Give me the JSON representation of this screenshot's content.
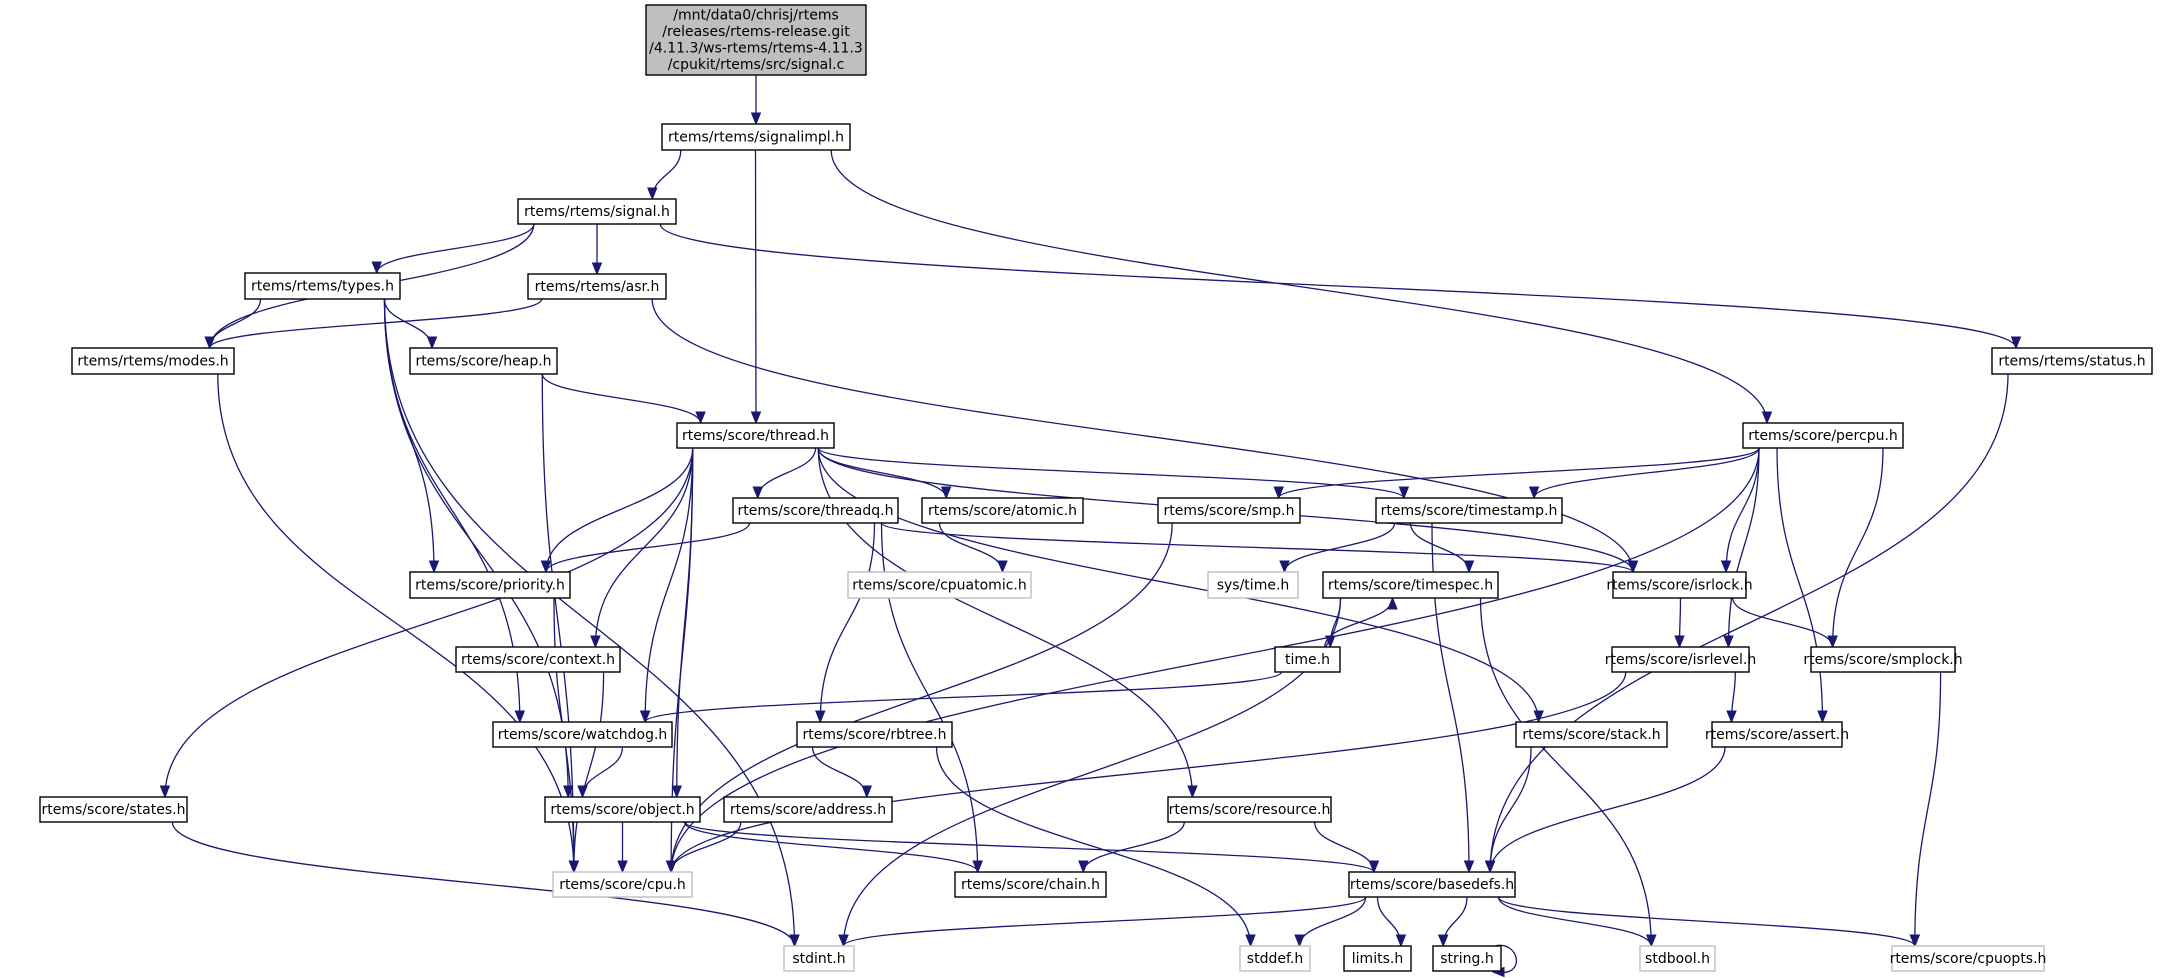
{
  "title": "Include dependency graph for signal.c",
  "colors": {
    "edge": "#191970",
    "node_border": "#000000",
    "external_border": "#bfbfbf",
    "root_fill": "#bfbfbf"
  },
  "nodes": [
    {
      "id": "root",
      "kind": "root",
      "lines": [
        "/mnt/data0/chrisj/rtems",
        "/releases/rtems-release.git",
        "/4.11.3/ws-rtems/rtems-4.11.3",
        "/cpukit/rtems/src/signal.c"
      ]
    },
    {
      "id": "signalimpl",
      "kind": "normal",
      "lines": [
        "rtems/rtems/signalimpl.h"
      ]
    },
    {
      "id": "signal",
      "kind": "normal",
      "lines": [
        "rtems/rtems/signal.h"
      ]
    },
    {
      "id": "types",
      "kind": "normal",
      "lines": [
        "rtems/rtems/types.h"
      ]
    },
    {
      "id": "asr",
      "kind": "normal",
      "lines": [
        "rtems/rtems/asr.h"
      ]
    },
    {
      "id": "modes",
      "kind": "normal",
      "lines": [
        "rtems/rtems/modes.h"
      ]
    },
    {
      "id": "heap",
      "kind": "normal",
      "lines": [
        "rtems/score/heap.h"
      ]
    },
    {
      "id": "status",
      "kind": "normal",
      "lines": [
        "rtems/rtems/status.h"
      ]
    },
    {
      "id": "thread",
      "kind": "normal",
      "lines": [
        "rtems/score/thread.h"
      ]
    },
    {
      "id": "percpu",
      "kind": "normal",
      "lines": [
        "rtems/score/percpu.h"
      ]
    },
    {
      "id": "threadq",
      "kind": "normal",
      "lines": [
        "rtems/score/threadq.h"
      ]
    },
    {
      "id": "atomic",
      "kind": "normal",
      "lines": [
        "rtems/score/atomic.h"
      ]
    },
    {
      "id": "smp",
      "kind": "normal",
      "lines": [
        "rtems/score/smp.h"
      ]
    },
    {
      "id": "timestamp",
      "kind": "normal",
      "lines": [
        "rtems/score/timestamp.h"
      ]
    },
    {
      "id": "priority",
      "kind": "normal",
      "lines": [
        "rtems/score/priority.h"
      ]
    },
    {
      "id": "cpuatomic",
      "kind": "external",
      "lines": [
        "rtems/score/cpuatomic.h"
      ]
    },
    {
      "id": "systime",
      "kind": "external",
      "lines": [
        "sys/time.h"
      ]
    },
    {
      "id": "timespec",
      "kind": "normal",
      "lines": [
        "rtems/score/timespec.h"
      ]
    },
    {
      "id": "isrlock",
      "kind": "normal",
      "lines": [
        "rtems/score/isrlock.h"
      ]
    },
    {
      "id": "context",
      "kind": "normal",
      "lines": [
        "rtems/score/context.h"
      ]
    },
    {
      "id": "time",
      "kind": "normal",
      "lines": [
        "time.h"
      ]
    },
    {
      "id": "isrlevel",
      "kind": "normal",
      "lines": [
        "rtems/score/isrlevel.h"
      ]
    },
    {
      "id": "smplock",
      "kind": "normal",
      "lines": [
        "rtems/score/smplock.h"
      ]
    },
    {
      "id": "watchdog",
      "kind": "normal",
      "lines": [
        "rtems/score/watchdog.h"
      ]
    },
    {
      "id": "rbtree",
      "kind": "normal",
      "lines": [
        "rtems/score/rbtree.h"
      ]
    },
    {
      "id": "stack",
      "kind": "normal",
      "lines": [
        "rtems/score/stack.h"
      ]
    },
    {
      "id": "assert",
      "kind": "normal",
      "lines": [
        "rtems/score/assert.h"
      ]
    },
    {
      "id": "states",
      "kind": "normal",
      "lines": [
        "rtems/score/states.h"
      ]
    },
    {
      "id": "object",
      "kind": "normal",
      "lines": [
        "rtems/score/object.h"
      ]
    },
    {
      "id": "address",
      "kind": "normal",
      "lines": [
        "rtems/score/address.h"
      ]
    },
    {
      "id": "resource",
      "kind": "normal",
      "lines": [
        "rtems/score/resource.h"
      ]
    },
    {
      "id": "cpu",
      "kind": "external",
      "lines": [
        "rtems/score/cpu.h"
      ]
    },
    {
      "id": "chain",
      "kind": "normal",
      "lines": [
        "rtems/score/chain.h"
      ]
    },
    {
      "id": "basedefs",
      "kind": "normal",
      "lines": [
        "rtems/score/basedefs.h"
      ]
    },
    {
      "id": "stdint",
      "kind": "external",
      "lines": [
        "stdint.h"
      ]
    },
    {
      "id": "stddef",
      "kind": "external",
      "lines": [
        "stddef.h"
      ]
    },
    {
      "id": "limits",
      "kind": "normal",
      "lines": [
        "limits.h"
      ]
    },
    {
      "id": "string",
      "kind": "normal",
      "lines": [
        "string.h"
      ]
    },
    {
      "id": "stdbool",
      "kind": "external",
      "lines": [
        "stdbool.h"
      ]
    },
    {
      "id": "cpuopts",
      "kind": "external",
      "lines": [
        "rtems/score/cpuopts.h"
      ]
    }
  ],
  "edges": [
    [
      "root",
      "signalimpl"
    ],
    [
      "signalimpl",
      "signal"
    ],
    [
      "signalimpl",
      "thread"
    ],
    [
      "signalimpl",
      "percpu"
    ],
    [
      "signal",
      "types"
    ],
    [
      "signal",
      "asr"
    ],
    [
      "signal",
      "modes"
    ],
    [
      "signal",
      "status"
    ],
    [
      "types",
      "modes"
    ],
    [
      "types",
      "heap"
    ],
    [
      "types",
      "priority"
    ],
    [
      "types",
      "watchdog"
    ],
    [
      "types",
      "object"
    ],
    [
      "types",
      "stdint"
    ],
    [
      "asr",
      "modes"
    ],
    [
      "asr",
      "isrlock"
    ],
    [
      "modes",
      "cpu"
    ],
    [
      "heap",
      "thread"
    ],
    [
      "heap",
      "cpu"
    ],
    [
      "status",
      "basedefs"
    ],
    [
      "thread",
      "threadq"
    ],
    [
      "thread",
      "atomic"
    ],
    [
      "thread",
      "timestamp"
    ],
    [
      "thread",
      "priority"
    ],
    [
      "thread",
      "context"
    ],
    [
      "thread",
      "watchdog"
    ],
    [
      "thread",
      "object"
    ],
    [
      "thread",
      "states"
    ],
    [
      "thread",
      "resource"
    ],
    [
      "thread",
      "stack"
    ],
    [
      "thread",
      "isrlock"
    ],
    [
      "thread",
      "cpu"
    ],
    [
      "percpu",
      "smp"
    ],
    [
      "percpu",
      "timestamp"
    ],
    [
      "percpu",
      "isrlock"
    ],
    [
      "percpu",
      "isrlevel"
    ],
    [
      "percpu",
      "smplock"
    ],
    [
      "percpu",
      "assert"
    ],
    [
      "percpu",
      "cpu"
    ],
    [
      "threadq",
      "priority"
    ],
    [
      "threadq",
      "rbtree"
    ],
    [
      "threadq",
      "chain"
    ],
    [
      "threadq",
      "isrlock"
    ],
    [
      "atomic",
      "cpuatomic"
    ],
    [
      "smp",
      "cpu"
    ],
    [
      "timestamp",
      "systime"
    ],
    [
      "timestamp",
      "timespec"
    ],
    [
      "timestamp",
      "basedefs"
    ],
    [
      "priority",
      "cpu"
    ],
    [
      "timespec",
      "time"
    ],
    [
      "timespec",
      "stdint"
    ],
    [
      "timespec",
      "stdbool"
    ],
    [
      "time",
      "timespec"
    ],
    [
      "time",
      "watchdog"
    ],
    [
      "isrlock",
      "isrlevel"
    ],
    [
      "isrlock",
      "smplock"
    ],
    [
      "context",
      "cpu"
    ],
    [
      "isrlevel",
      "cpu"
    ],
    [
      "isrlevel",
      "assert"
    ],
    [
      "smplock",
      "cpuopts"
    ],
    [
      "watchdog",
      "object"
    ],
    [
      "rbtree",
      "address"
    ],
    [
      "rbtree",
      "stddef"
    ],
    [
      "stack",
      "basedefs"
    ],
    [
      "assert",
      "basedefs"
    ],
    [
      "states",
      "stdint"
    ],
    [
      "object",
      "cpu"
    ],
    [
      "object",
      "chain"
    ],
    [
      "object",
      "basedefs"
    ],
    [
      "address",
      "cpu"
    ],
    [
      "resource",
      "chain"
    ],
    [
      "resource",
      "basedefs"
    ],
    [
      "basedefs",
      "stdint"
    ],
    [
      "basedefs",
      "stddef"
    ],
    [
      "basedefs",
      "limits"
    ],
    [
      "basedefs",
      "string"
    ],
    [
      "basedefs",
      "stdbool"
    ],
    [
      "basedefs",
      "cpuopts"
    ],
    [
      "string",
      "string"
    ]
  ]
}
